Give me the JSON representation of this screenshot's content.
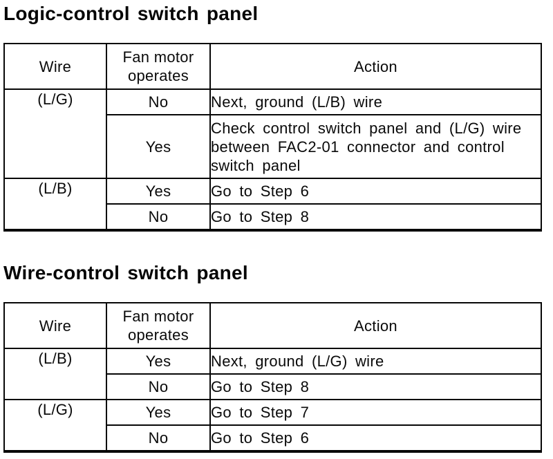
{
  "sections": [
    {
      "title": "Logic-control switch panel",
      "table": {
        "headers": {
          "wire": "Wire",
          "operates": "Fan motor operates",
          "action": "Action"
        },
        "rows": [
          {
            "wire": "(L/G)",
            "operates": "No",
            "action": "Next, ground (L/B) wire"
          },
          {
            "operates": "Yes",
            "action": "Check control switch panel and (L/G) wire between FAC2-01 connector and control switch panel"
          },
          {
            "wire": "(L/B)",
            "operates": "Yes",
            "action": "Go to Step 6"
          },
          {
            "operates": "No",
            "action": "Go to Step 8"
          }
        ]
      }
    },
    {
      "title": "Wire-control switch panel",
      "table": {
        "headers": {
          "wire": "Wire",
          "operates": "Fan motor operates",
          "action": "Action"
        },
        "rows": [
          {
            "wire": "(L/B)",
            "operates": "Yes",
            "action": "Next, ground (L/G) wire"
          },
          {
            "operates": "No",
            "action": "Go to Step 8"
          },
          {
            "wire": "(L/G)",
            "operates": "Yes",
            "action": "Go to Step 7"
          },
          {
            "operates": "No",
            "action": "Go to Step 6"
          }
        ]
      }
    }
  ]
}
